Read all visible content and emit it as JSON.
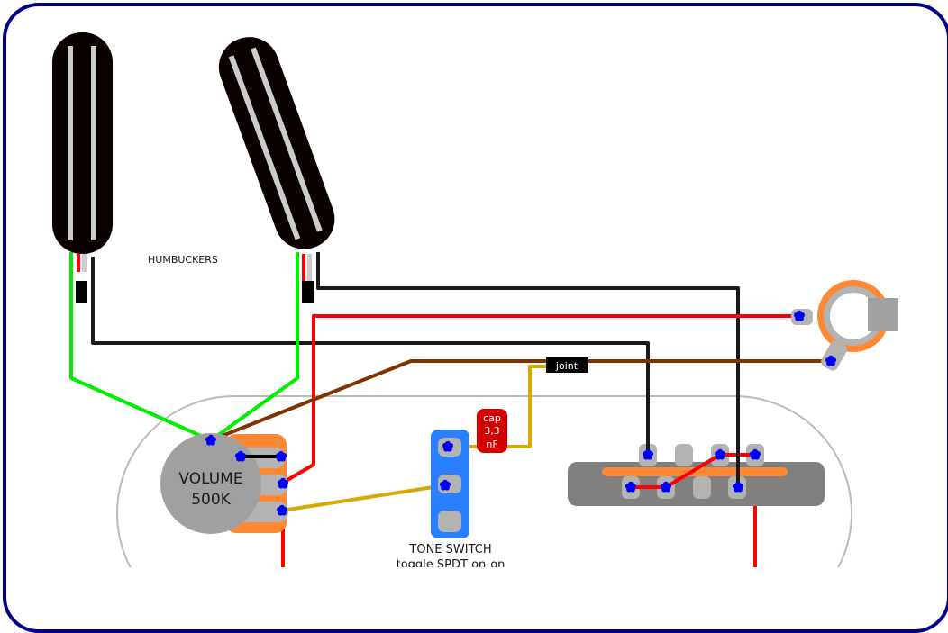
{
  "labels": {
    "humbuckers": "HUMBUCKERS",
    "volume_line1": "VOLUME",
    "volume_line2": "500K",
    "joint": "joint",
    "cap_line1": "cap",
    "cap_line2": "3,3",
    "cap_line3": "nF",
    "tone_switch_line1": "TONE SWITCH",
    "tone_switch_line2": "toggle SPDT on-on"
  },
  "colors": {
    "frame": "#00008b",
    "pickup_body": "#0a0000",
    "pole_bar": "#cccccc",
    "wire_green": "#00ee00",
    "wire_red": "#ff0000",
    "wire_black": "#1a1a1a",
    "wire_brown": "#7f3300",
    "wire_yellow": "#d4aa00",
    "wire_white": "#cccccc",
    "solder": "#0000ff",
    "pot_body": "#a0a0a0",
    "pot_orange": "#ff8833",
    "lug_gray": "#b3b3b3",
    "switch_blue": "#2a7fff",
    "cap_red": "#d40000",
    "selector_gray": "#808080",
    "control_plate_outline": "#bbbbbb"
  },
  "components": [
    {
      "id": "neck-humbucker",
      "type": "humbucker"
    },
    {
      "id": "bridge-humbucker",
      "type": "humbucker"
    },
    {
      "id": "volume-pot",
      "type": "potentiometer",
      "value": "500K"
    },
    {
      "id": "tone-switch",
      "type": "toggle SPDT on-on"
    },
    {
      "id": "capacitor",
      "type": "capacitor",
      "value": "3,3 nF"
    },
    {
      "id": "pickup-selector",
      "type": "3-way selector switch"
    },
    {
      "id": "output-jack",
      "type": "jack"
    }
  ]
}
